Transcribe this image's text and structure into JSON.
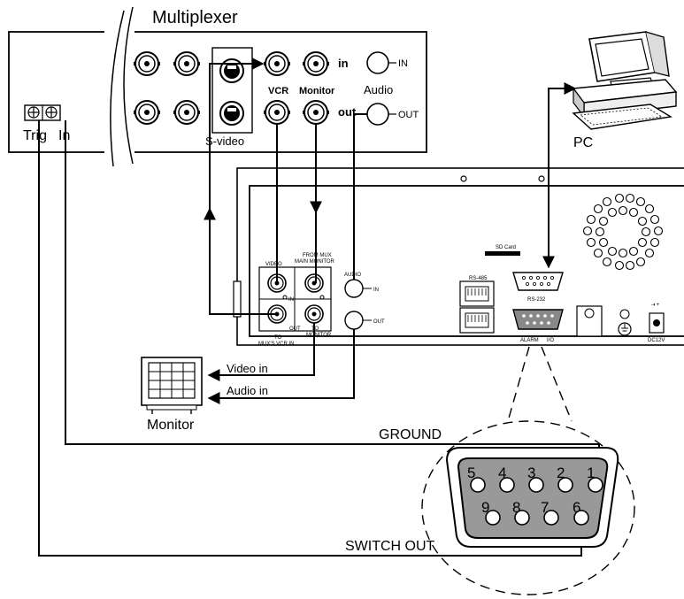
{
  "multiplexer": {
    "title": "Multiplexer",
    "in_label": "in",
    "out_label": "out",
    "vcr_label": "VCR",
    "monitor_label": "Monitor",
    "audio_label": "Audio",
    "audio_in_jack": "IN",
    "audio_out_jack": "OUT",
    "svideo_label": "S-video",
    "trig_label": "Trig",
    "in_terminal_label": "In"
  },
  "pc": {
    "label": "PC"
  },
  "dvr": {
    "video_label": "VIDEO",
    "from_mux_label": "FROM MUX",
    "main_monitor_label": "MAIN MONITOR",
    "in_small": "IN",
    "out_small": "OUT",
    "to_muxs_vcr_in_1": "TO",
    "to_muxs_vcr_in_2": "MUX'S VCR IN",
    "to_monitor_1": "TO",
    "to_monitor_2": "MONITOR",
    "audio_label": "AUDIO",
    "audio_in": "IN",
    "audio_out": "OUT",
    "sd_card": "SD Card",
    "rs485": "RS-485",
    "rs232": "RS-232",
    "alarm_io_1": "ALARM",
    "alarm_io_2": "I/O",
    "dc12v": "DC12V"
  },
  "monitor": {
    "label": "Monitor",
    "video_in": "Video in",
    "audio_in": "Audio in"
  },
  "connector": {
    "ground_label": "GROUND",
    "switch_out_label": "SWITCH OUT",
    "pins_top": [
      "5",
      "4",
      "3",
      "2",
      "1"
    ],
    "pins_bottom": [
      "9",
      "8",
      "7",
      "6"
    ]
  }
}
